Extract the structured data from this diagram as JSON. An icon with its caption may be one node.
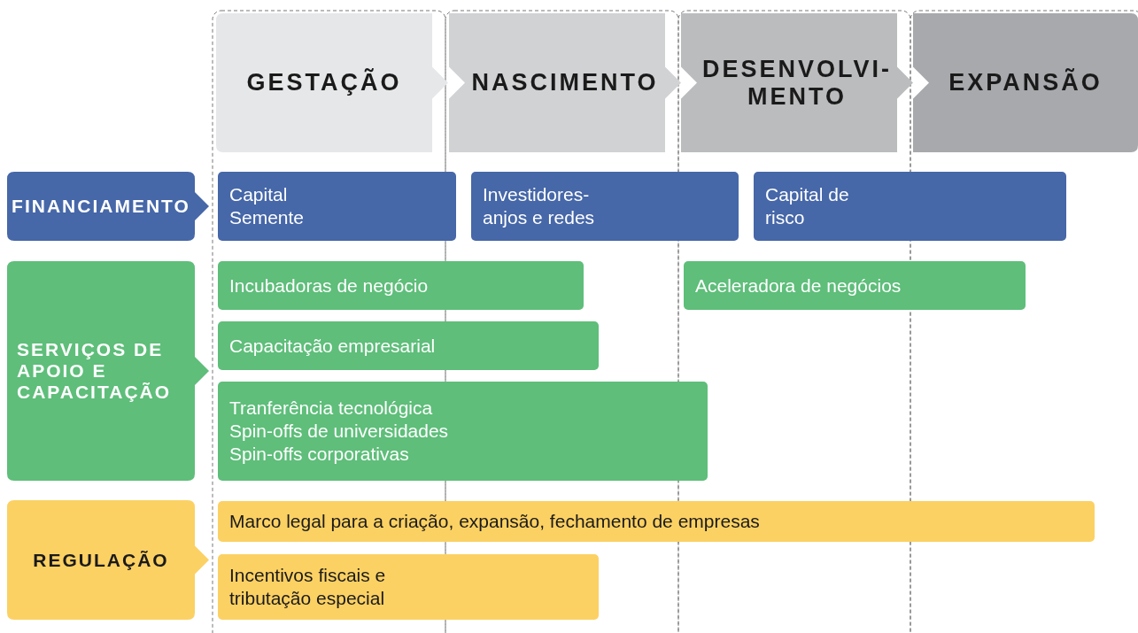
{
  "diagram": {
    "nodes": [
      {
        "text": [
          "GESTAÇÃO"
        ]
      },
      {
        "text": [
          "NASCIMENTO"
        ]
      },
      {
        "text": [
          "DESENVOLVI- MENTO"
        ]
      },
      {
        "text": [
          "EXPANSÃO"
        ]
      },
      {
        "text": [
          "FINANCIAMENTO"
        ]
      },
      {
        "text": [
          "Capital Semente"
        ]
      },
      {
        "text": [
          "Investidores- anjos e redes"
        ]
      },
      {
        "text": [
          "Capital de risco"
        ]
      },
      {
        "text": [
          "SERVIÇOS DE APOIO E CAPACITAÇÃO"
        ]
      },
      {
        "text": [
          "Incubadoras de negócio"
        ]
      },
      {
        "text": [
          "Aceleradora de negócios"
        ]
      },
      {
        "text": [
          "Capacitação empresarial"
        ]
      },
      {
        "text": [
          "Tranferência tecnológica",
          "Spin-offs de universidades",
          "Spin-offs corporativas"
        ]
      },
      {
        "text": [
          "REGULAÇÃO"
        ]
      },
      {
        "text": [
          "Marco legal para a criação, expansão, fechamento de empresas"
        ]
      },
      {
        "text": [
          "Incentivos fiscais e tributação especial"
        ]
      }
    ]
  }
}
